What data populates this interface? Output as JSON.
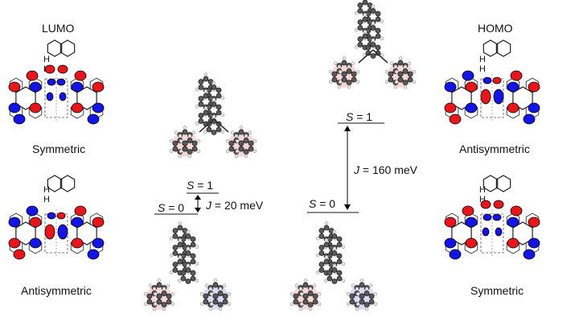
{
  "orbitals": {
    "lumo_title": "LUMO",
    "homo_title": "HOMO",
    "lumo_upper_caption": "Symmetric",
    "lumo_lower_caption": "Antisymmetric",
    "homo_upper_caption": "Antisymmetric",
    "homo_lower_caption": "Symmetric"
  },
  "h_labels": [
    "H",
    "H"
  ],
  "energy_small": {
    "s1_var": "S",
    "s1_rest": " = 1",
    "s0_var": "S",
    "s0_rest": " = 0",
    "j_var": "J",
    "j_rest": " = 20 meV"
  },
  "energy_large": {
    "s1_var": "S",
    "s1_rest": " = 1",
    "s0_var": "S",
    "s0_rest": " = 0",
    "j_var": "J",
    "j_rest": " = 160 meV"
  },
  "colors": {
    "positive_lobe": "#e8161b",
    "negative_lobe": "#1414e6",
    "carbon": "#5a5a5a",
    "hydrogen": "#e6e6e6",
    "glow_red": "#f5c8c8",
    "glow_blue": "#ccccf2",
    "bond": "#333333",
    "level_line": "#444444"
  }
}
